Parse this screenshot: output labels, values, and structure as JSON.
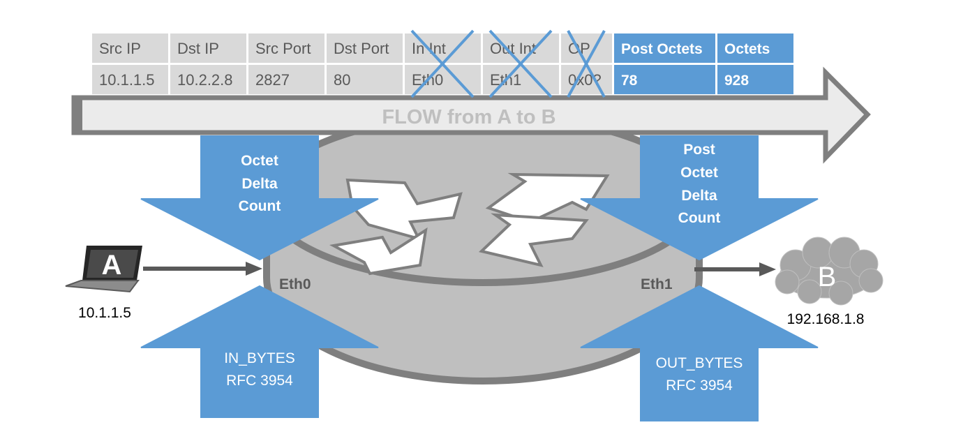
{
  "flow_table": {
    "headers": [
      "Src IP",
      "Dst IP",
      "Src Port",
      "Dst Port",
      "In Int",
      "Out Int",
      "OP",
      "Post Octets",
      "Octets"
    ],
    "values": [
      "10.1.1.5",
      "10.2.2.8",
      "2827",
      "80",
      "Eth0",
      "Eth1",
      "0x0?",
      "78",
      "928"
    ],
    "crossed_out_columns": [
      "In Int",
      "Out Int",
      "OP"
    ],
    "highlighted_columns": [
      "Post Octets",
      "Octets"
    ]
  },
  "flow_arrow": {
    "label": "FLOW from A to B"
  },
  "router": {
    "ingress_label": "Eth0",
    "egress_label": "Eth1"
  },
  "host_a": {
    "label": "A",
    "ip": "10.1.1.5"
  },
  "host_b": {
    "label": "B",
    "ip": "192.168.1.8"
  },
  "down_arrows": {
    "left": [
      "Octet",
      "Delta",
      "Count"
    ],
    "right": [
      "Post",
      "Octet",
      "Delta",
      "Count"
    ]
  },
  "up_arrows": {
    "left": [
      "IN_BYTES",
      "RFC 3954"
    ],
    "right": [
      "OUT_BYTES",
      "RFC 3954"
    ]
  },
  "colors": {
    "accent_blue": "#5b9bd5",
    "table_gray": "#d9d9d9",
    "router_gray": "#bfbfbf",
    "router_dark": "#7f7f7f",
    "arrow_dark": "#595959",
    "cloud_gray": "#a6a6a6"
  }
}
